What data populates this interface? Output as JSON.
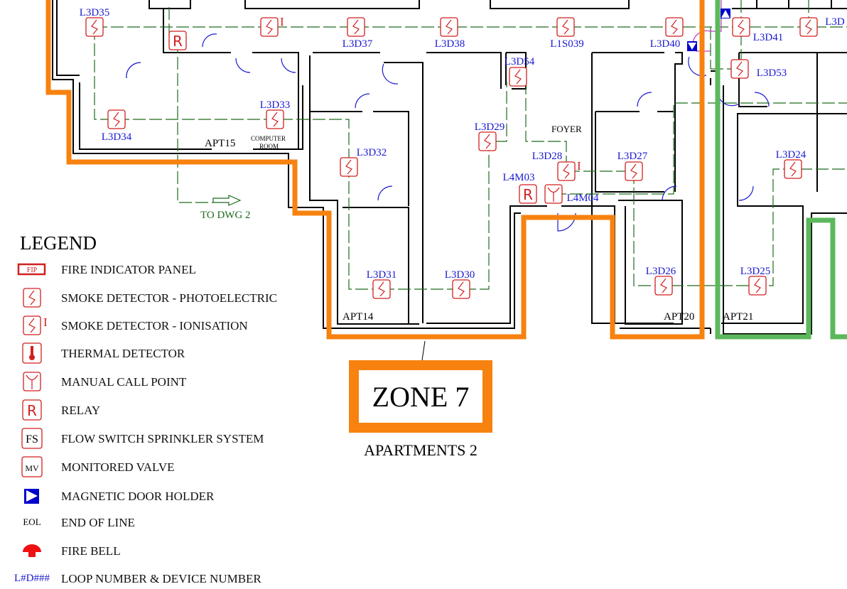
{
  "colors": {
    "zone7": "#f7820f",
    "adjacent_zone": "#5cb85c",
    "device": "#d21f1f",
    "label": "#1a1ad0",
    "wiring": "#1e6b1e"
  },
  "devices": [
    {
      "label": "L3D35",
      "type": "smoke-photo"
    },
    {
      "label": "",
      "type": "smoke-ion",
      "ion_mark": "I"
    },
    {
      "label": "L3D37",
      "type": "smoke-photo"
    },
    {
      "label": "L3D38",
      "type": "smoke-photo"
    },
    {
      "label": "L1S039",
      "type": "smoke-photo"
    },
    {
      "label": "L3D40",
      "type": "smoke-photo"
    },
    {
      "label": "L3D41",
      "type": "smoke-photo"
    },
    {
      "label": "L3D",
      "type": "smoke-photo"
    },
    {
      "label": "",
      "type": "relay",
      "symbol": "R"
    },
    {
      "label": "L3D53",
      "type": "smoke-photo"
    },
    {
      "label": "L3D54",
      "type": "smoke-photo"
    },
    {
      "label": "L3D34",
      "type": "smoke-photo"
    },
    {
      "label": "L3D33",
      "type": "smoke-photo"
    },
    {
      "label": "L3D29",
      "type": "smoke-photo"
    },
    {
      "label": "L3D32",
      "type": "smoke-photo"
    },
    {
      "label": "L3D28",
      "type": "smoke-ion",
      "ion_mark": "I"
    },
    {
      "label": "L3D27",
      "type": "smoke-photo"
    },
    {
      "label": "L3D24",
      "type": "smoke-photo"
    },
    {
      "label": "L4M03",
      "type": "relay",
      "symbol": "R"
    },
    {
      "label": "L4M04",
      "type": "manual-call-point"
    },
    {
      "label": "L3D31",
      "type": "smoke-photo"
    },
    {
      "label": "L3D30",
      "type": "smoke-photo"
    },
    {
      "label": "L3D26",
      "type": "smoke-photo"
    },
    {
      "label": "L3D25",
      "type": "smoke-photo"
    }
  ],
  "rooms": {
    "apt15": "APT15",
    "computer_room_1": "COMPUTER",
    "computer_room_2": "ROOM",
    "foyer": "FOYER",
    "apt14": "APT14",
    "apt20": "APT20",
    "apt21": "APT21"
  },
  "to_dwg": "TO DWG 2",
  "zone": {
    "title": "ZONE 7",
    "subtitle": "APARTMENTS 2"
  },
  "legend": {
    "title": "LEGEND",
    "items": [
      {
        "icon": "fip",
        "icon_text": "FIP",
        "label": "FIRE INDICATOR PANEL"
      },
      {
        "icon": "smoke-photo",
        "label": "SMOKE DETECTOR - PHOTOELECTRIC"
      },
      {
        "icon": "smoke-ion",
        "icon_text": "I",
        "label": "SMOKE DETECTOR - IONISATION"
      },
      {
        "icon": "thermal",
        "label": "THERMAL DETECTOR"
      },
      {
        "icon": "manual-call-point",
        "label": "MANUAL CALL POINT"
      },
      {
        "icon": "relay",
        "icon_text": "R",
        "label": "RELAY"
      },
      {
        "icon": "flow-switch",
        "icon_text": "FS",
        "label": "FLOW SWITCH SPRINKLER SYSTEM"
      },
      {
        "icon": "monitored-valve",
        "icon_text": "MV",
        "label": "MONITORED VALVE"
      },
      {
        "icon": "magnetic-door-holder",
        "label": "MAGNETIC DOOR HOLDER"
      },
      {
        "icon": "eol",
        "icon_text": "EOL",
        "label": "END OF LINE"
      },
      {
        "icon": "fire-bell",
        "label": "FIRE BELL"
      },
      {
        "icon": "loop-device",
        "icon_text": "L#D###",
        "label": "LOOP NUMBER & DEVICE NUMBER"
      }
    ]
  }
}
